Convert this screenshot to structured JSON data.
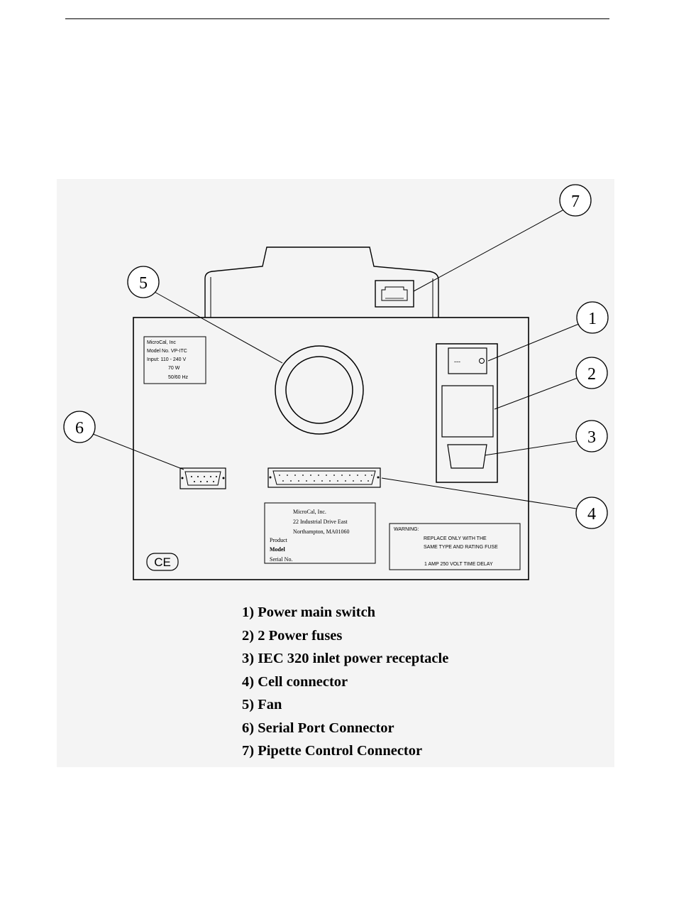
{
  "callouts": [
    "1",
    "2",
    "3",
    "4",
    "5",
    "6",
    "7"
  ],
  "rating_plate": {
    "lines": [
      "MicroCal, Inc",
      "Model No. VP-ITC",
      "Input: 110 - 240 V",
      "70 W",
      "50/60 Hz"
    ]
  },
  "address_label": {
    "company": "MicroCal, Inc.",
    "street": "22 Industrial Drive East",
    "city": "Northampton, MA01060",
    "product": "Product",
    "model": "Model",
    "serial": "Serial No."
  },
  "warning_label": {
    "heading": "WARNING:",
    "line1": "REPLACE ONLY WITH THE",
    "line2": "SAME TYPE AND RATING FUSE",
    "line3": "1 AMP 250 VOLT TIME DELAY"
  },
  "ce_mark": "CE",
  "switch_label": "---",
  "legend": [
    "1) Power main switch",
    "2) 2 Power fuses",
    "3) IEC 320 inlet power receptacle",
    "4) Cell connector",
    "5) Fan",
    "6) Serial Port Connector",
    "7) Pipette Control Connector"
  ]
}
